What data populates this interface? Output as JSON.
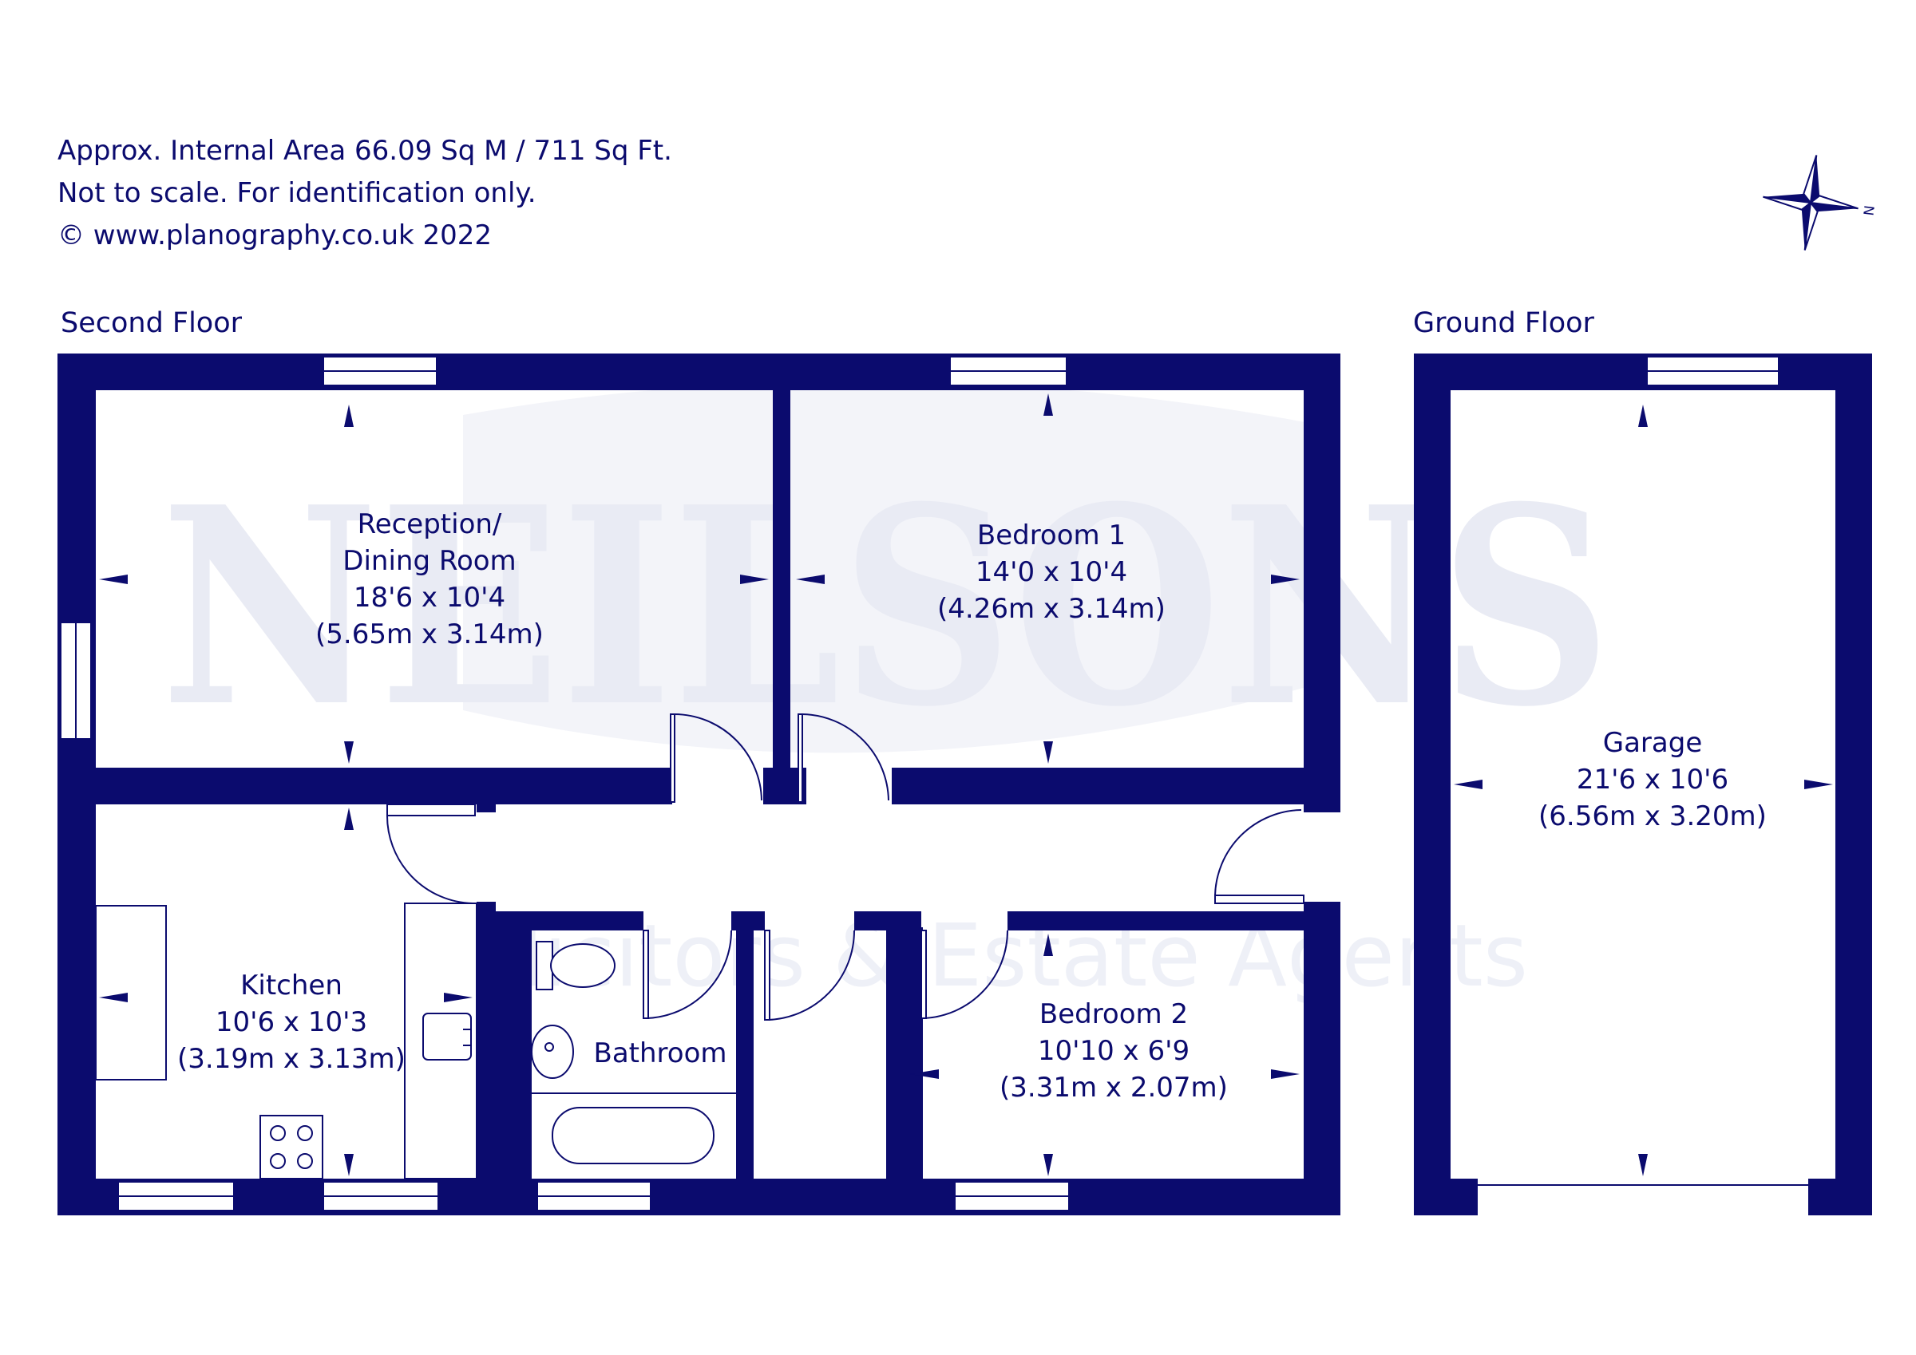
{
  "header": {
    "area_line": "Approx. Internal Area 66.09 Sq M / 711 Sq Ft.",
    "scale_note": "Not to scale. For identification only.",
    "copyright": "© www.planography.co.uk 2022"
  },
  "compass": {
    "label": "N"
  },
  "floors": {
    "second": {
      "title": "Second Floor"
    },
    "ground": {
      "title": "Ground Floor"
    }
  },
  "rooms": {
    "reception": {
      "line1": "Reception/",
      "line2": "Dining Room",
      "imperial": "18'6 x 10'4",
      "metric": "(5.65m x 3.14m)"
    },
    "bedroom1": {
      "name": "Bedroom 1",
      "imperial": "14'0 x 10'4",
      "metric": "(4.26m x 3.14m)"
    },
    "kitchen": {
      "name": "Kitchen",
      "imperial": "10'6 x 10'3",
      "metric": "(3.19m x 3.13m)"
    },
    "bathroom": {
      "name": "Bathroom"
    },
    "bedroom2": {
      "name": "Bedroom 2",
      "imperial": "10'10 x 6'9",
      "metric": "(3.31m x 2.07m)"
    },
    "garage": {
      "name": "Garage",
      "imperial": "21'6 x 10'6",
      "metric": "(6.56m x 3.20m)"
    }
  },
  "watermark": {
    "brand": "NEILSONS",
    "tagline": "Solicitors & Estate Agents"
  },
  "colors": {
    "wall": "#0b0b6e",
    "window": "#ffffff",
    "watermark": "#eef0f7",
    "background": "#ffffff"
  }
}
